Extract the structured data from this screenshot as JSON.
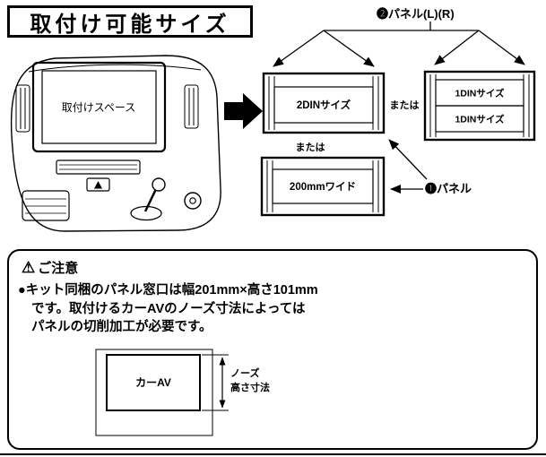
{
  "title": "取付け可能サイズ",
  "diagram": {
    "panel2_label": "❷パネル(L)(R)",
    "panel1_label": "❶パネル",
    "install_space": "取付けスペース",
    "din2": "2DINサイズ",
    "din1_top": "1DINサイズ",
    "din1_bottom": "1DINサイズ",
    "wide200": "200mmワイド",
    "or_right": "または",
    "or_below": "または"
  },
  "caution": {
    "warning_icon": "⚠",
    "heading": "ご注意",
    "body_line1": "●キット同梱のパネル窓口は幅201mm×高さ101mm",
    "body_line2": "です。取付けるカーAVのノーズ寸法によっては",
    "body_line3": "パネルの切削加工が必要です。",
    "car_av": "カーAV",
    "nose_label_line1": "ノーズ",
    "nose_label_line2": "高さ寸法"
  },
  "colors": {
    "ink": "#000000",
    "background": "#ffffff"
  }
}
